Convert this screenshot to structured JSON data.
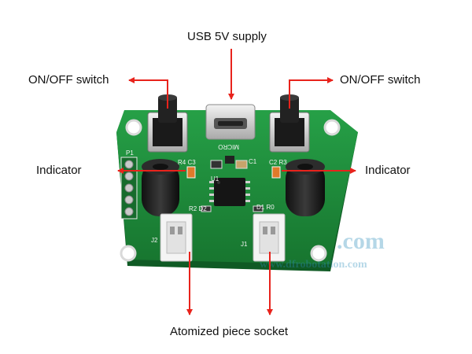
{
  "labels": {
    "usb": "USB 5V supply",
    "switch_left": "ON/OFF switch",
    "switch_right": "ON/OFF switch",
    "indicator_left": "Indicator",
    "indicator_right": "Indicator",
    "socket": "Atomized piece socket"
  },
  "silkscreen": {
    "micro": "MICRO",
    "r4c3": "R4 C3",
    "c2r3": "C2 R3",
    "c1": "C1",
    "u1": "U1",
    "r2d2": "R2 D2",
    "d1r0": "D1 R0",
    "j2": "J2",
    "j1": "J1",
    "p1": "P1"
  },
  "watermark": {
    "main": ".com",
    "sub": "www.dfrobotation.com"
  },
  "colors": {
    "arrow": "#e8231c",
    "pcb": "#1f8a3a",
    "pcb_dark": "#166b2c",
    "text": "#111111"
  }
}
